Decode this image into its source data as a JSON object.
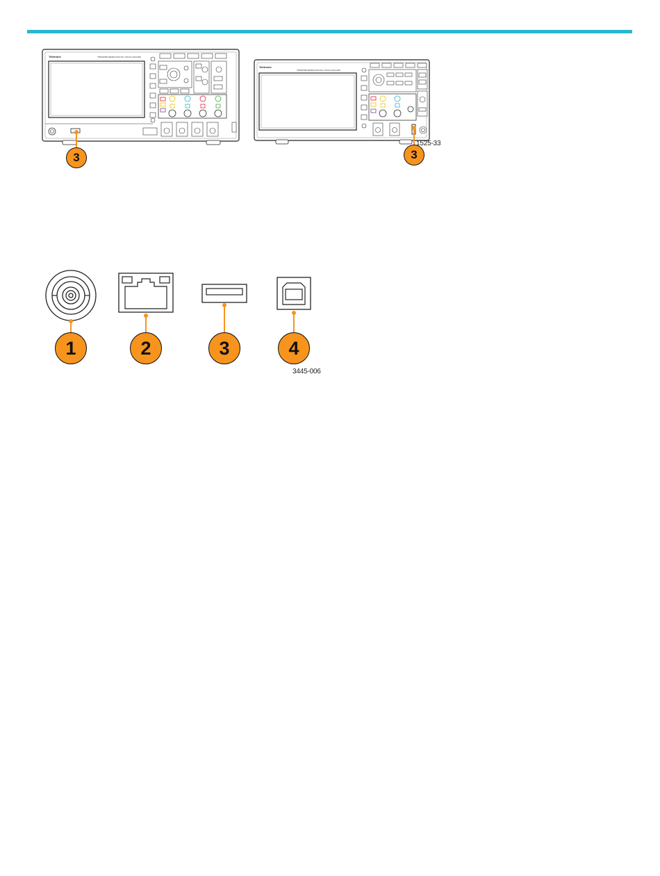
{
  "theme": {
    "rule_color": "#29b6d1",
    "callout_color": "#f7941d",
    "line_color": "#222222"
  },
  "scope_left": {
    "brand": "Tektronix",
    "model_line": "TBS2000B SERIES DIGITAL OSCILLOSCOPE",
    "callout": "3"
  },
  "scope_right": {
    "brand": "Tektronix",
    "model_line": "TBS2000B SERIES DIGITAL OSCILLOSCOPE",
    "callout": "3",
    "figure_id": "1525-33"
  },
  "ports": {
    "items": [
      {
        "number": "1",
        "icon": "bnc-connector-icon"
      },
      {
        "number": "2",
        "icon": "ethernet-port-icon"
      },
      {
        "number": "3",
        "icon": "usb-type-a-port-icon"
      },
      {
        "number": "4",
        "icon": "usb-type-b-port-icon"
      }
    ],
    "figure_id": "3445-006"
  }
}
